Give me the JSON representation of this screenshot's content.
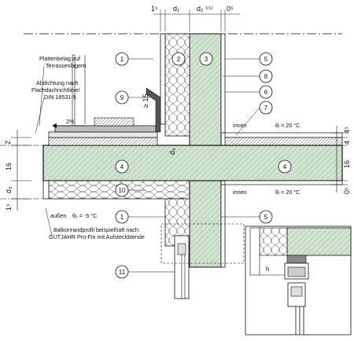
{
  "labels": {
    "plattenbelag": "Plattenbelag auf",
    "terrassenlagern": "Terrassenlagern",
    "abdichtung": "Abdichtung nach",
    "flachdach": "Flachdachrichtlinie/",
    "din": "DIN 18531-5",
    "gefaelle": "2%",
    "innen_top": "innen",
    "theta_top": "θᵢ =  20 °C",
    "innen_bottom": "innen",
    "theta_bottom": "θᵢ =  20 °C",
    "aussen": "außen",
    "theta_e": "θₑ =  -5 °C",
    "balkon1": "Balkonrandprofil beispielhaft nach:",
    "balkon2": "GUTJAHR Pro-Fin mit Aufsteckblende",
    "ge15": "≥ 15",
    "h": "h"
  },
  "dims_top": [
    "1⁵",
    "d₁",
    "d₂ ⁵⁵⁾",
    "0⁵"
  ],
  "dims_left": [
    "2",
    "16",
    "d₃",
    "1⁵"
  ],
  "dims_right": [
    "4⁵",
    "4",
    "16",
    "0⁵"
  ],
  "d3_mid": "d₃",
  "callouts": [
    "1",
    "2",
    "3",
    "5",
    "8",
    "6",
    "7",
    "9",
    "4",
    "4",
    "10",
    "1",
    "5",
    "11"
  ],
  "colors": {
    "concrete": "#cfe3cf",
    "line": "#111111",
    "insulation": "#ffffff"
  }
}
